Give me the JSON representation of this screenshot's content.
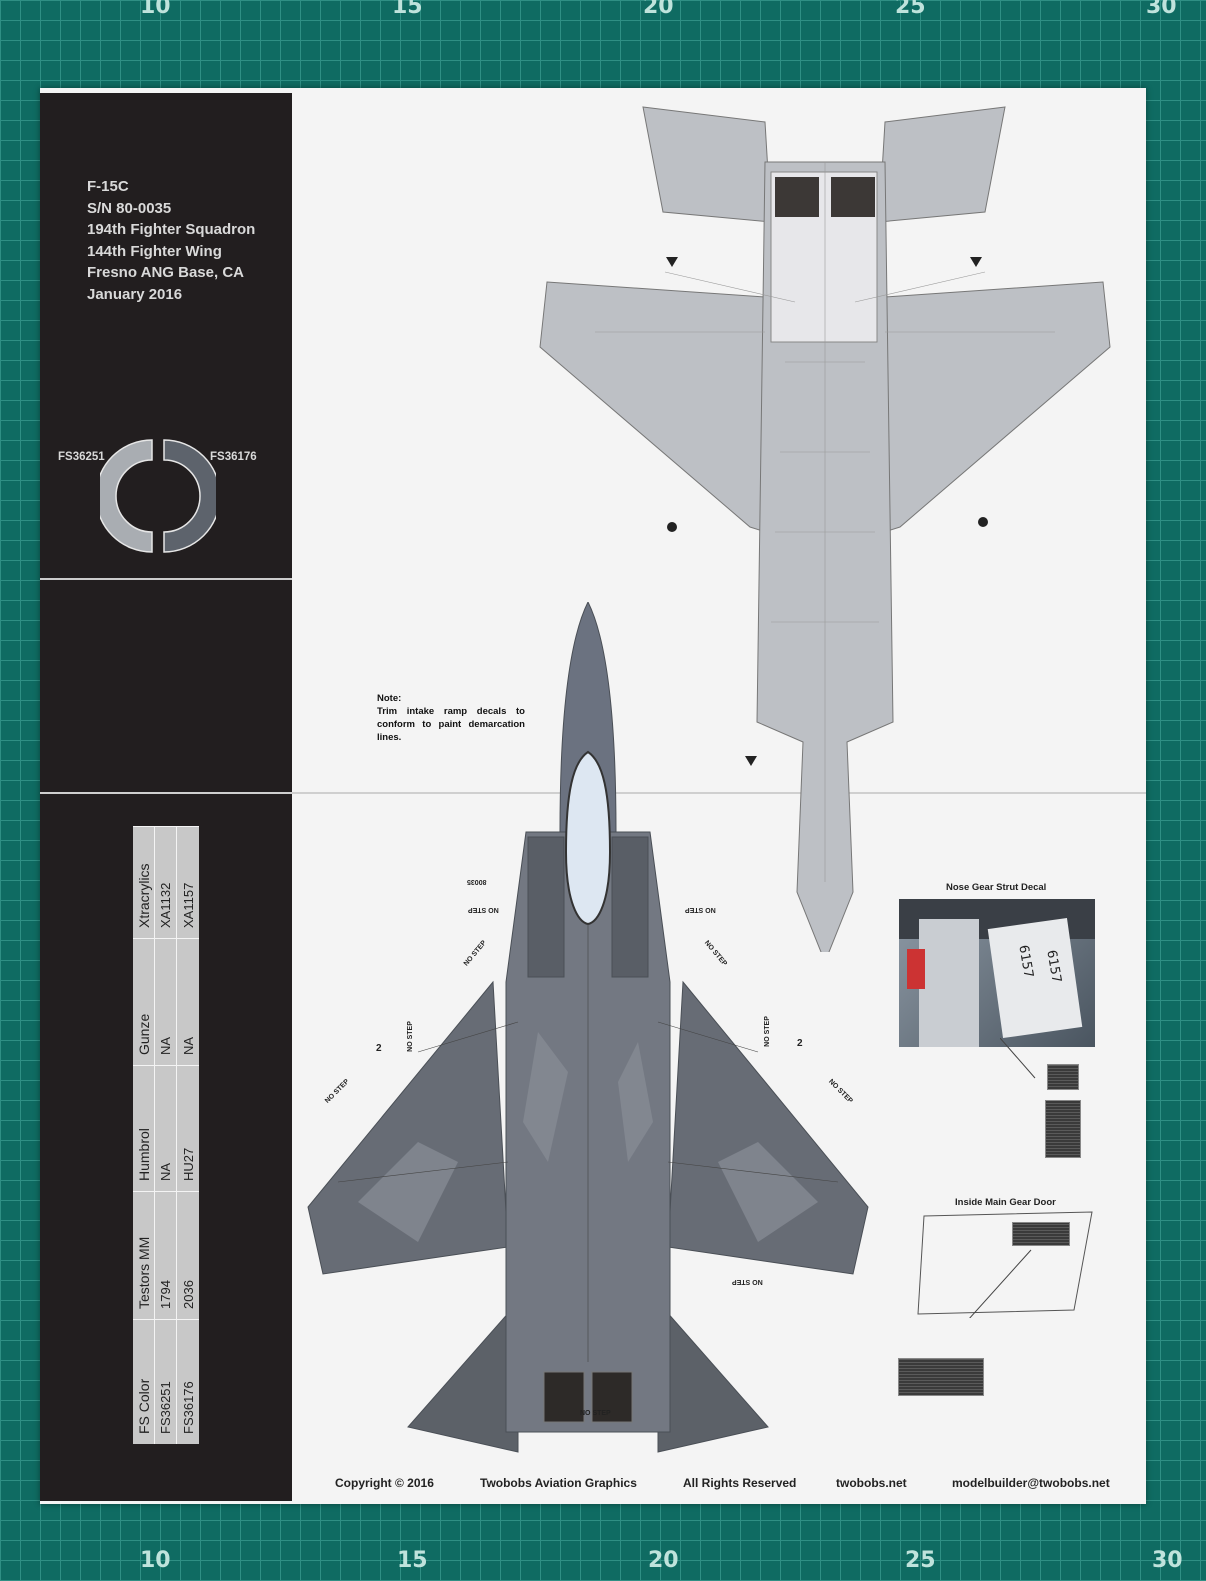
{
  "ruler": {
    "top": [
      "10",
      "15",
      "20",
      "25",
      "30"
    ],
    "bottom": [
      "10",
      "15",
      "20",
      "25",
      "30"
    ]
  },
  "aircraft": {
    "type": "F-15C",
    "serial": "S/N 80-0035",
    "squadron": "194th Fighter Squadron",
    "wing": "144th Fighter Wing",
    "base": "Fresno ANG Base, CA",
    "date": "January 2016"
  },
  "color_chips": {
    "left": "FS36251",
    "right": "FS36176"
  },
  "color_table": {
    "headers": [
      "FS Color",
      "Testors MM",
      "Humbrol",
      "Gunze",
      "Xtracrylics"
    ],
    "rows": [
      [
        "FS36251",
        "1794",
        "NA",
        "NA",
        "XA1132"
      ],
      [
        "FS36176",
        "2036",
        "HU27",
        "NA",
        "XA1157"
      ]
    ]
  },
  "note": {
    "title": "Note:",
    "text": "Trim intake ramp decals to conform to paint demarcation lines."
  },
  "labels": {
    "nose_gear": "Nose Gear Strut Decal",
    "main_gear": "Inside Main Gear Door",
    "serial_marking": "80035",
    "no_step": "NO STEP",
    "num_2": "2",
    "strut_a": "6157",
    "strut_b": "6157"
  },
  "footer": {
    "copyright": "Copyright © 2016",
    "company": "Twobobs Aviation Graphics",
    "rights": "All Rights Reserved",
    "site": "twobobs.net",
    "email": "modelbuilder@twobobs.net"
  },
  "colors": {
    "mat": "#0f6b62",
    "panel": "#221e1f",
    "light_grey": "#a9adb2",
    "dark_grey": "#5d636c"
  }
}
